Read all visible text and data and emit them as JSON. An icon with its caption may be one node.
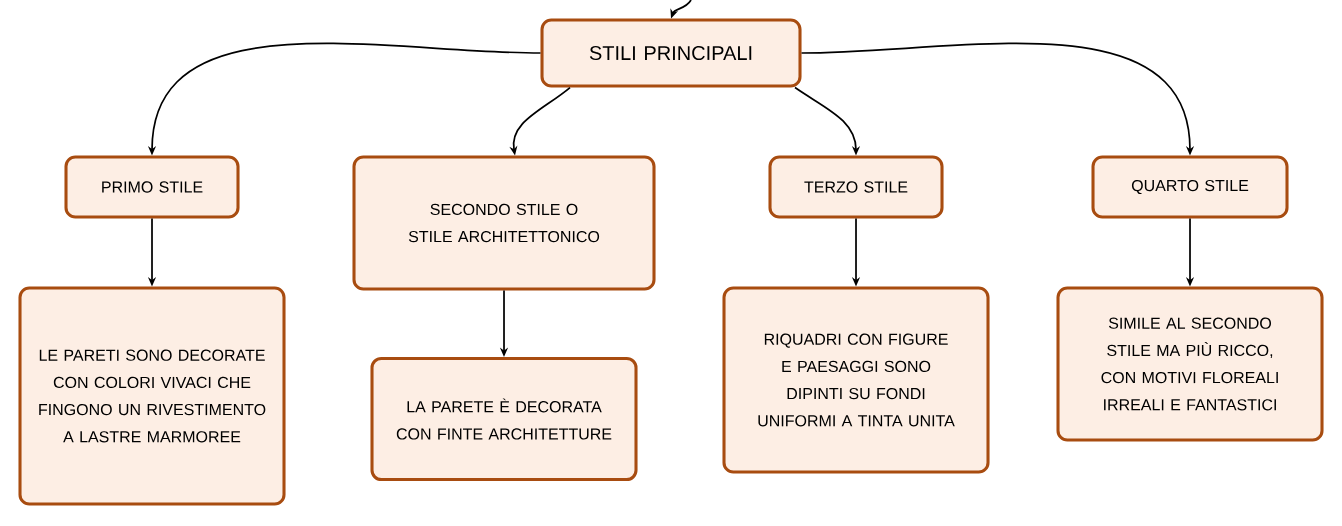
{
  "diagram": {
    "nodes": [
      {
        "text": [
          "STILI PRINCIPALI"
        ]
      },
      {
        "text": [
          "PRIMO STILE"
        ]
      },
      {
        "text": [
          "SECONDO STILE O STILE ARCHITETTONICO"
        ]
      },
      {
        "text": [
          "TERZO STILE"
        ]
      },
      {
        "text": [
          "QUARTO STILE"
        ]
      },
      {
        "text": [
          "LE PARETI SONO DECORATE CON COLORI VIVACI CHE FINGONO UN RIVESTIMENTO A LASTRE MARMOREE"
        ]
      },
      {
        "text": [
          "LA PARETE È DECORATA CON FINTE ARCHITETTURE"
        ]
      },
      {
        "text": [
          "RIQUADRI CON FIGURE E PAESAGGI SONO DIPINTI SU FONDI UNIFORMI A TINTA UNITA"
        ]
      },
      {
        "text": [
          "SIMILE AL SECONDO STILE MA PIÙ RICCO, CON MOTIVI FLOREALI IRREALI E FANTASTICI"
        ]
      }
    ],
    "edges": [
      {
        "from": null,
        "to": 0,
        "arrow": "to"
      },
      {
        "from": 0,
        "to": 1,
        "arrow": "to"
      },
      {
        "from": 0,
        "to": 2,
        "arrow": "to"
      },
      {
        "from": 0,
        "to": 3,
        "arrow": "to"
      },
      {
        "from": 0,
        "to": 4,
        "arrow": "to"
      },
      {
        "from": 1,
        "to": 5,
        "arrow": "to"
      },
      {
        "from": 2,
        "to": 6,
        "arrow": "to"
      },
      {
        "from": 3,
        "to": 7,
        "arrow": "to"
      },
      {
        "from": 4,
        "to": 8,
        "arrow": "to"
      }
    ]
  }
}
